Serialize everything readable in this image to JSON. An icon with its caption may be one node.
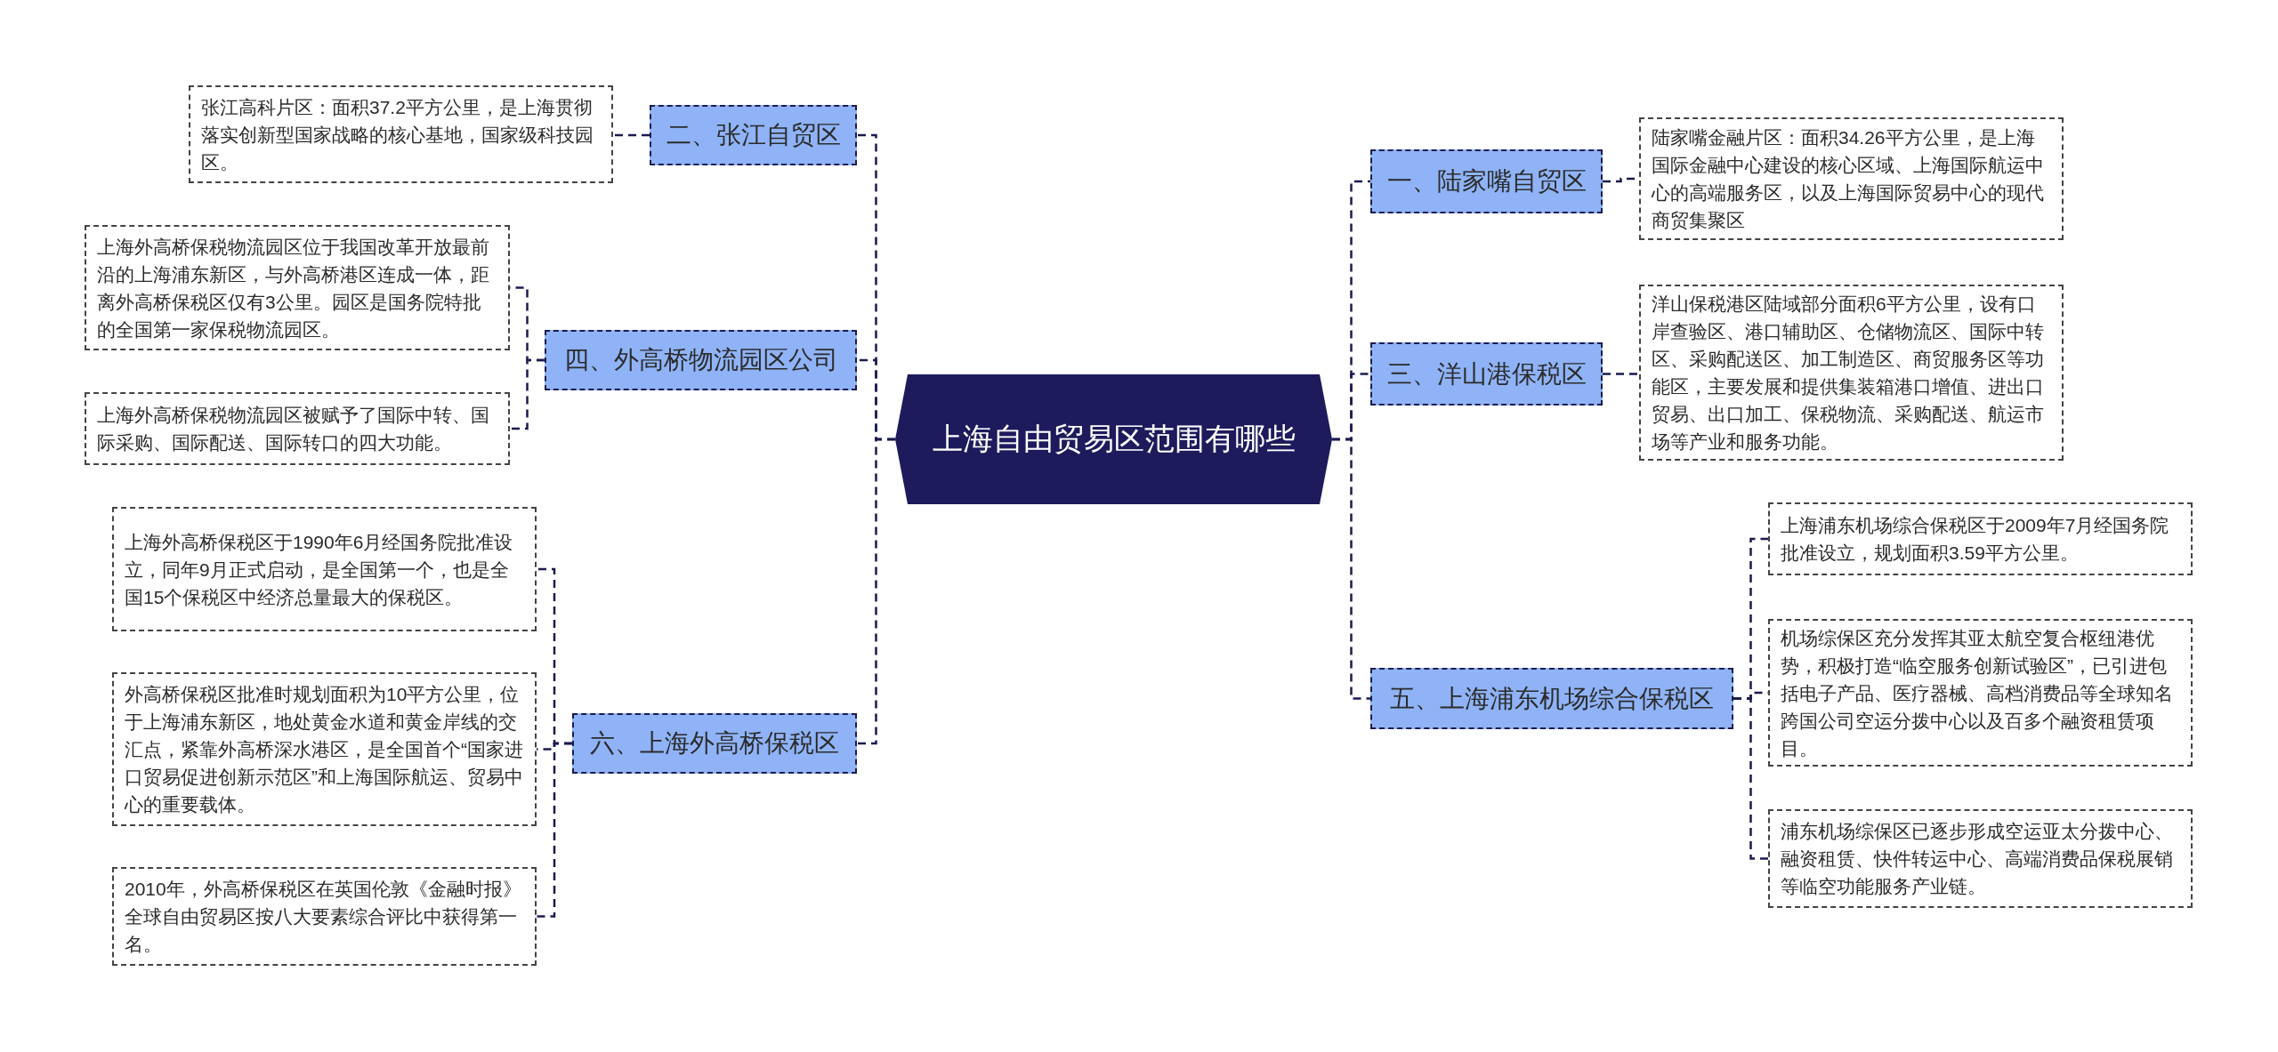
{
  "diagram": {
    "nodes": [
      {
        "text": [
          "上海自由贸易区范围有哪些"
        ]
      },
      {
        "text": [
          "一、陆家嘴自贸区"
        ]
      },
      {
        "text": [
          "陆家嘴金融片区：面积34.26平方公里，是上海国际金融中心建设的核心区域、上海国际航运中心的高端服务区，以及上海国际贸易中心的现代商贸集聚区"
        ]
      },
      {
        "text": [
          "三、洋山港保税区"
        ]
      },
      {
        "text": [
          "洋山保税港区陆域部分面积6平方公里，设有口岸查验区、港口辅助区、仓储物流区、国际中转区、采购配送区、加工制造区、商贸服务区等功能区，主要发展和提供集装箱港口增值、进出口贸易、出口加工、保税物流、采购配送、航运市场等产业和服务功能。"
        ]
      },
      {
        "text": [
          "五、上海浦东机场综合保税区"
        ]
      },
      {
        "text": [
          "上海浦东机场综合保税区于2009年7月经国务院批准设立，规划面积3.59平方公里。"
        ]
      },
      {
        "text": [
          "机场综保区充分发挥其亚太航空复合枢纽港优势，积极打造“临空服务创新试验区”，已引进包括电子产品、医疗器械、高档消费品等全球知名跨国公司空运分拨中心以及百多个融资租赁项目。"
        ]
      },
      {
        "text": [
          "浦东机场综保区已逐步形成空运亚太分拨中心、融资租赁、快件转运中心、高端消费品保税展销等临空功能服务产业链。"
        ]
      },
      {
        "text": [
          "二、张江自贸区"
        ]
      },
      {
        "text": [
          "张江高科片区：面积37.2平方公里，是上海贯彻落实创新型国家战略的核心基地，国家级科技园区。"
        ]
      },
      {
        "text": [
          "四、外高桥物流园区公司"
        ]
      },
      {
        "text": [
          "上海外高桥保税物流园区位于我国改革开放最前沿的上海浦东新区，与外高桥港区连成一体，距离外高桥保税区仅有3公里。园区是国务院特批的全国第一家保税物流园区。"
        ]
      },
      {
        "text": [
          "上海外高桥保税物流园区被赋予了国际中转、国际采购、国际配送、国际转口的四大功能。"
        ]
      },
      {
        "text": [
          "六、上海外高桥保税区"
        ]
      },
      {
        "text": [
          "上海外高桥保税区于1990年6月经国务院批准设立，同年9月正式启动，是全国第一个，也是全国15个保税区中经济总量最大的保税区。"
        ]
      },
      {
        "text": [
          "外高桥保税区批准时规划面积为10平方公里，位于上海浦东新区，地处黄金水道和黄金岸线的交汇点，紧靠外高桥深水港区，是全国首个“国家进口贸易促进创新示范区”和上海国际航运、贸易中心的重要载体。"
        ]
      },
      {
        "text": [
          "2010年，外高桥保税区在英国伦敦《金融时报》全球自由贸易区按八大要素综合评比中获得第一名。"
        ]
      }
    ],
    "edges": [
      {
        "from": 0,
        "to": 1,
        "arrow": "none",
        "style": "dashed"
      },
      {
        "from": 0,
        "to": 3,
        "arrow": "none",
        "style": "dashed"
      },
      {
        "from": 0,
        "to": 5,
        "arrow": "none",
        "style": "dashed"
      },
      {
        "from": 0,
        "to": 9,
        "arrow": "none",
        "style": "dashed"
      },
      {
        "from": 0,
        "to": 11,
        "arrow": "none",
        "style": "dashed"
      },
      {
        "from": 0,
        "to": 14,
        "arrow": "none",
        "style": "dashed"
      },
      {
        "from": 1,
        "to": 2,
        "arrow": "none",
        "style": "dashed"
      },
      {
        "from": 3,
        "to": 4,
        "arrow": "none",
        "style": "dashed"
      },
      {
        "from": 5,
        "to": 6,
        "arrow": "none",
        "style": "dashed"
      },
      {
        "from": 5,
        "to": 7,
        "arrow": "none",
        "style": "dashed"
      },
      {
        "from": 5,
        "to": 8,
        "arrow": "none",
        "style": "dashed"
      },
      {
        "from": 9,
        "to": 10,
        "arrow": "none",
        "style": "dashed"
      },
      {
        "from": 11,
        "to": 12,
        "arrow": "none",
        "style": "dashed"
      },
      {
        "from": 11,
        "to": 13,
        "arrow": "none",
        "style": "dashed"
      },
      {
        "from": 14,
        "to": 15,
        "arrow": "none",
        "style": "dashed"
      },
      {
        "from": 14,
        "to": 16,
        "arrow": "none",
        "style": "dashed"
      },
      {
        "from": 14,
        "to": 17,
        "arrow": "none",
        "style": "dashed"
      }
    ]
  }
}
